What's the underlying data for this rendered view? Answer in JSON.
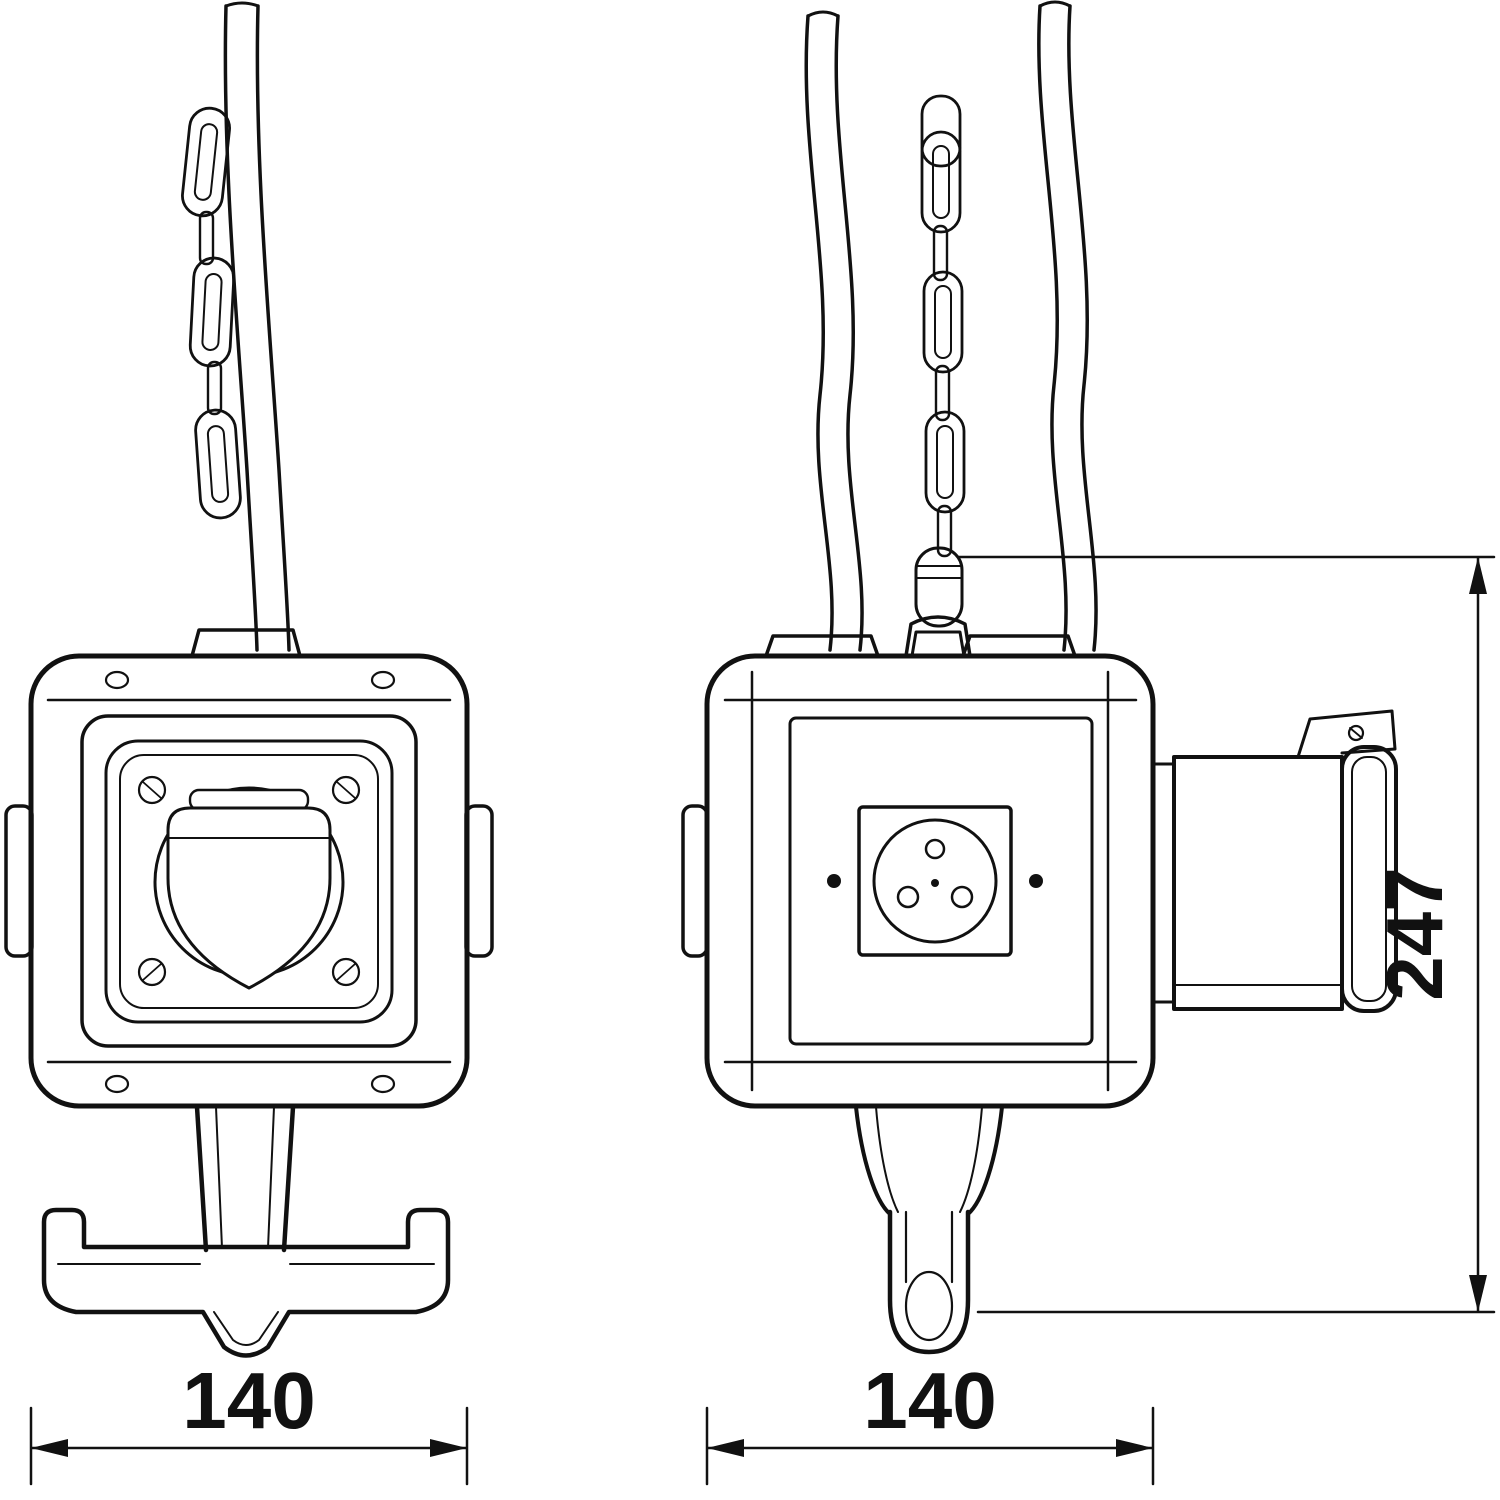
{
  "drawing": {
    "type": "dimensioned-technical-drawing",
    "subject": "hanging power distribution cube with suspension chain, cables and bottom hook, front and side views",
    "line_color": "#111111",
    "background_color": "#ffffff",
    "views": {
      "front": {
        "name": "front-view"
      },
      "side": {
        "name": "side-view"
      }
    },
    "dimensions": {
      "front_width": "140",
      "side_width": "140",
      "overall_height": "247"
    }
  }
}
